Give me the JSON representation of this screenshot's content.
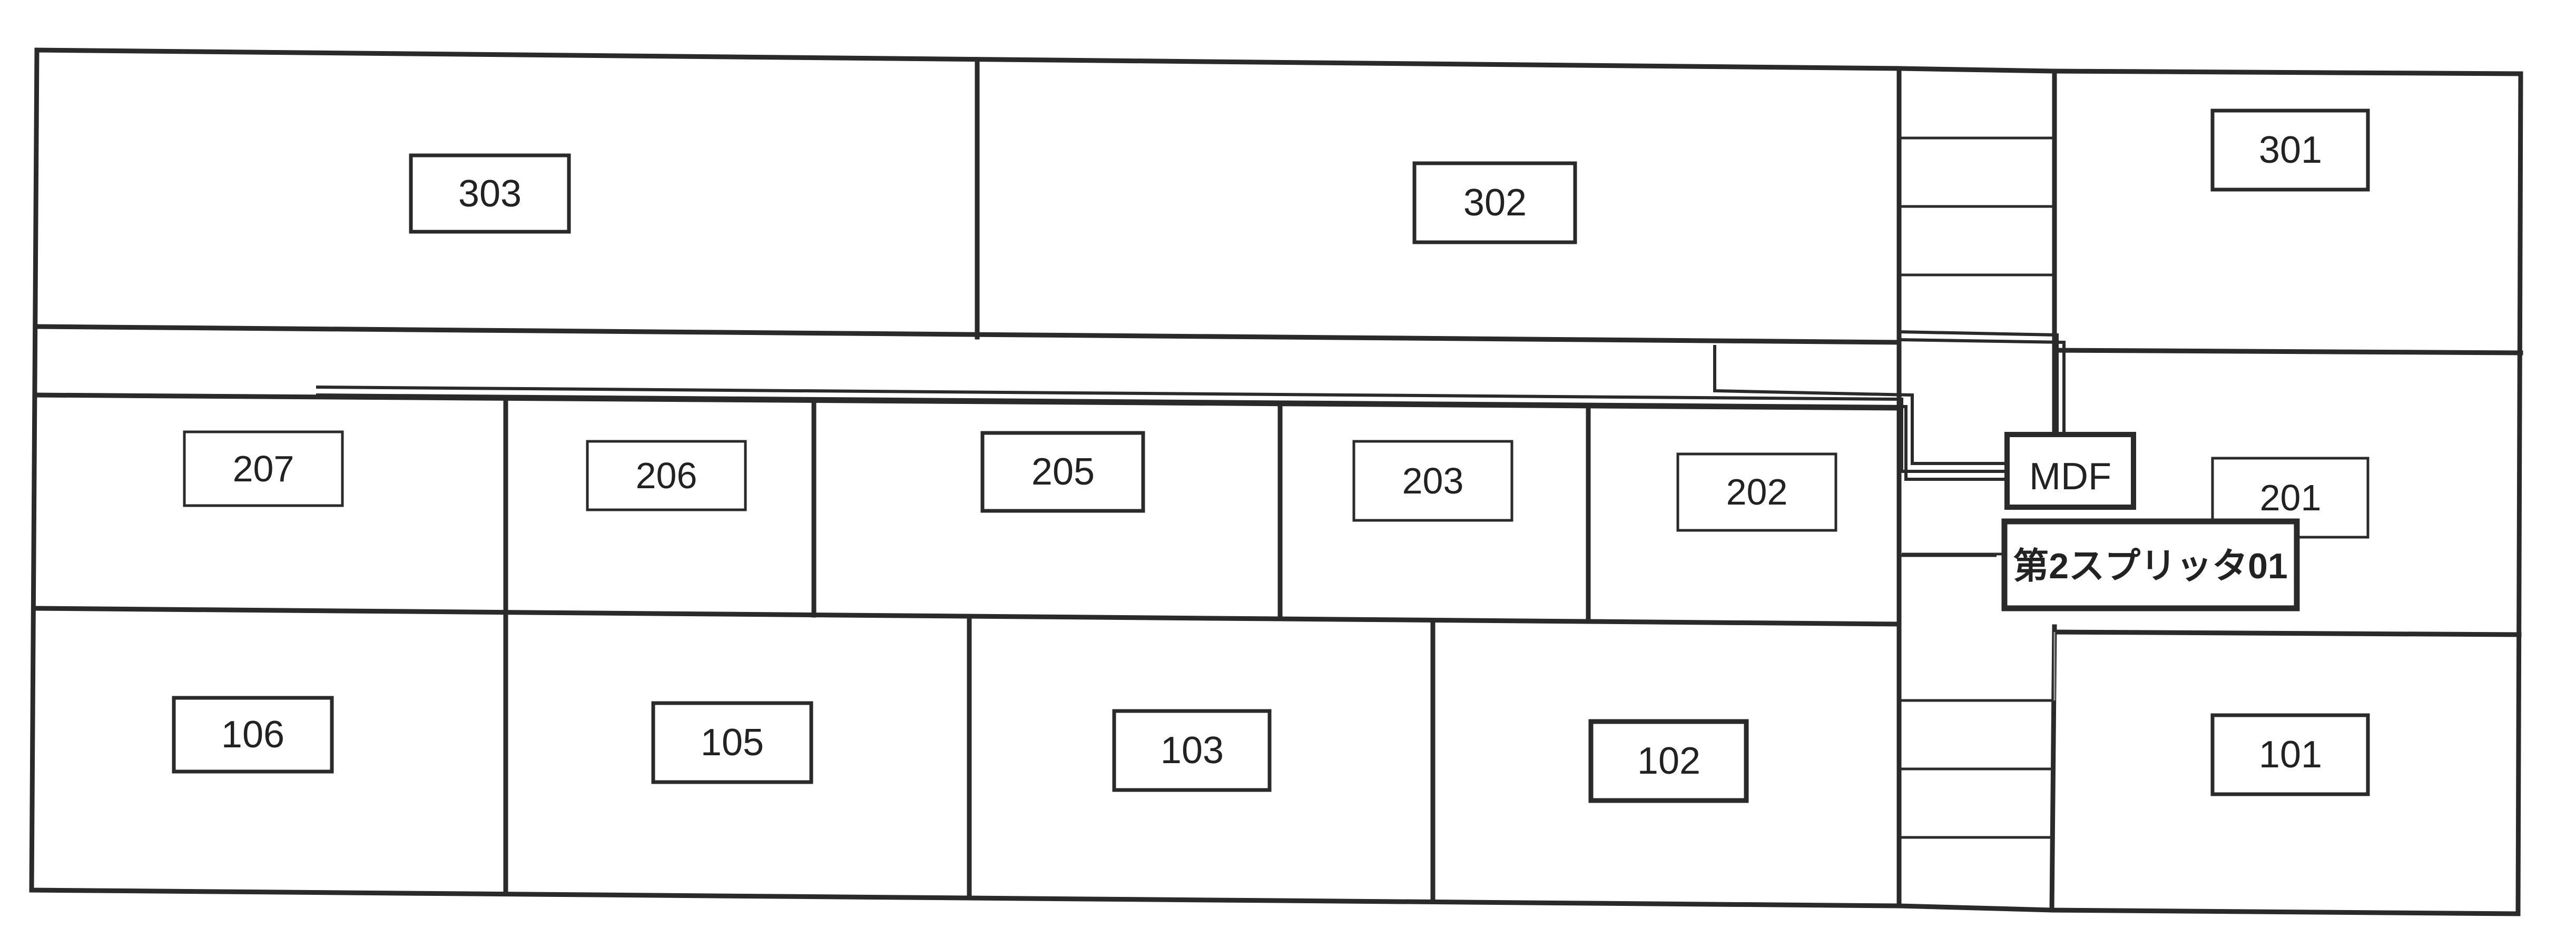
{
  "rooms": {
    "r303": "303",
    "r302": "302",
    "r301": "301",
    "r207": "207",
    "r206": "206",
    "r205": "205",
    "r203": "203",
    "r202": "202",
    "r201": "201",
    "r106": "106",
    "r105": "105",
    "r103": "103",
    "r102": "102",
    "r101": "101"
  },
  "equipment": {
    "mdf": "MDF",
    "splitter": "第2スプリッタ01"
  }
}
